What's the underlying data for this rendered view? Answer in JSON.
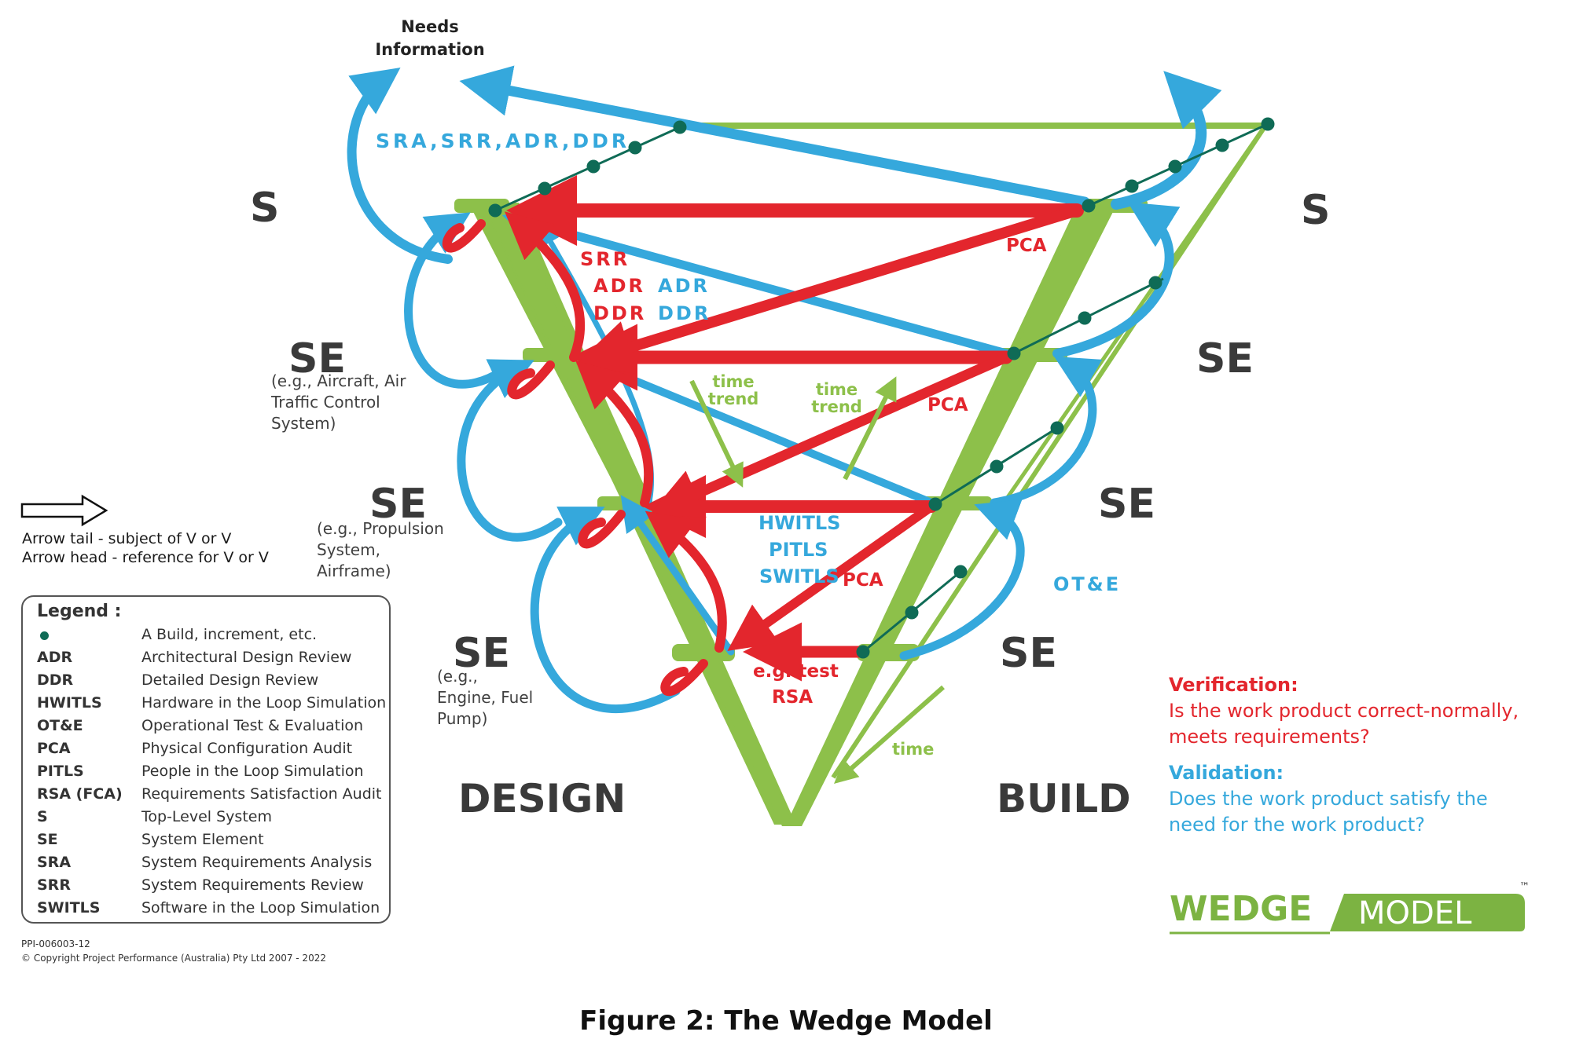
{
  "diagram": {
    "needs_information": "Needs\nInformation",
    "levels": {
      "s_left": "S",
      "s_right": "S",
      "se1_left": "SE",
      "se1_right": "SE",
      "se2_left": "SE",
      "se2_right": "SE",
      "se3_left": "SE",
      "se3_right": "SE"
    },
    "examples": {
      "se1": "(e.g., Aircraft, Air Traffic Control System)",
      "se2": "(e.g., Propulsion System, Airframe)",
      "se3": "(e.g., Engine, Fuel Pump)"
    },
    "labels": {
      "sra_reviews": "SRA,SRR,ADR,DDR",
      "srr": "SRR",
      "adr_red": "ADR",
      "adr_blue": "ADR",
      "ddr_red": "DDR",
      "ddr_blue": "DDR",
      "pca1": "PCA",
      "pca2": "PCA",
      "pca3": "PCA",
      "hwitls": "HWITLS",
      "pitls": "PITLS",
      "switls": "SWITLS",
      "ote": "OT&E",
      "eg_test": "e.g. test",
      "rsa": "RSA",
      "time_trend_left": "time\ntrend",
      "time_trend_right": "time\ntrend",
      "time": "time"
    },
    "design": "DESIGN",
    "build": "BUILD"
  },
  "arrow_note": {
    "tail": "Arrow tail - subject of V or V",
    "head": "Arrow head - reference for V or V"
  },
  "legend": {
    "title": "Legend :",
    "items": [
      {
        "key": "",
        "value": "A Build, increment, etc."
      },
      {
        "key": "ADR",
        "value": "Architectural Design Review"
      },
      {
        "key": "DDR",
        "value": "Detailed Design Review"
      },
      {
        "key": "HWITLS",
        "value": "Hardware in the Loop Simulation"
      },
      {
        "key": "OT&E",
        "value": "Operational Test & Evaluation"
      },
      {
        "key": "PCA",
        "value": "Physical Configuration Audit"
      },
      {
        "key": "PITLS",
        "value": "People in the Loop Simulation"
      },
      {
        "key": "RSA (FCA)",
        "value": "Requirements Satisfaction Audit"
      },
      {
        "key": "S",
        "value": "Top-Level System"
      },
      {
        "key": "SE",
        "value": "System Element"
      },
      {
        "key": "SRA",
        "value": "System Requirements Analysis"
      },
      {
        "key": "SRR",
        "value": "System Requirements Review"
      },
      {
        "key": "SWITLS",
        "value": "Software in the Loop Simulation"
      }
    ]
  },
  "copyright": {
    "code": "PPI-006003-12",
    "text": "© Copyright Project Performance (Australia) Pty Ltd 2007 - 2022"
  },
  "definitions": {
    "verification_title": "Verification:",
    "verification_text": "Is the work product correct-normally, meets requirements?",
    "validation_title": "Validation:",
    "validation_text": "Does the work product satisfy the need for the work product?"
  },
  "logo": {
    "word1": "WEDGE",
    "word2": "MODEL",
    "tm": "™"
  },
  "caption": "Figure 2: The Wedge Model",
  "colors": {
    "green": "#8dc04a",
    "red": "#e3262d",
    "blue": "#35a8dc",
    "dark_green": "#0f6b56",
    "text_dark": "#3a3a3a"
  }
}
